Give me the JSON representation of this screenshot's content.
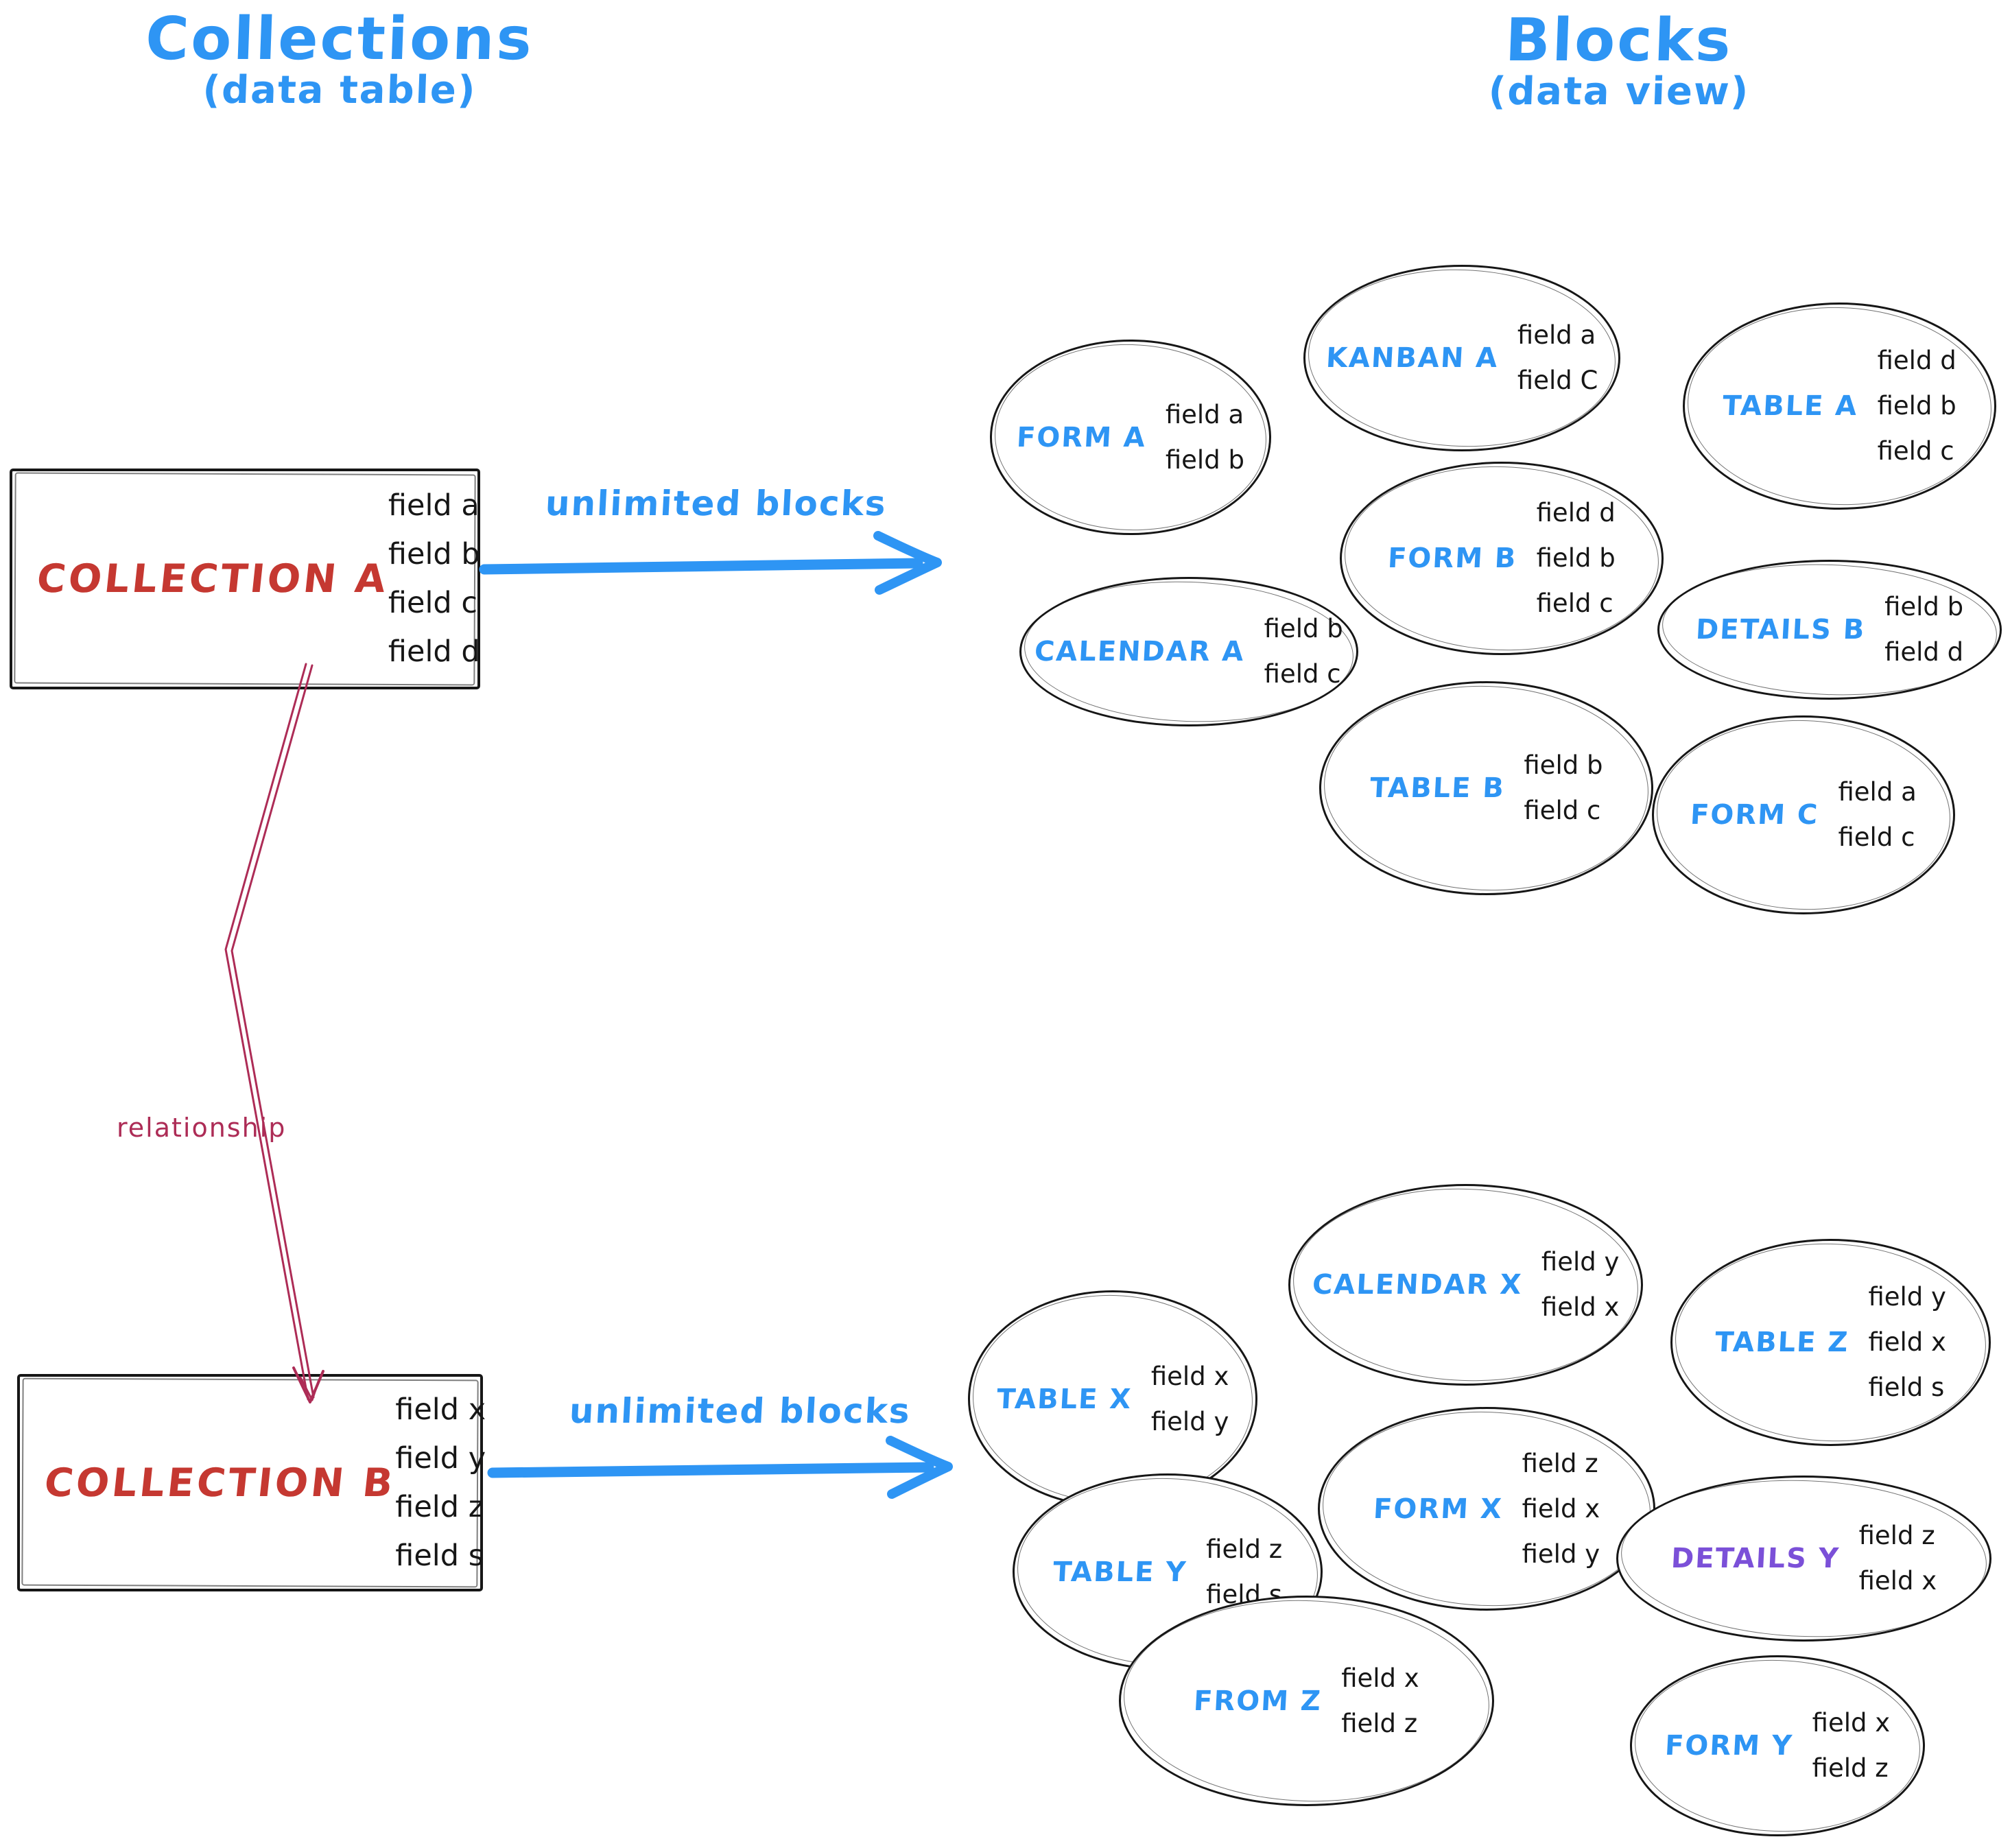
{
  "palette": {
    "accent_blue": "#2e95f4",
    "collection_red": "#c53831",
    "relationship_crimson": "#ad2c56",
    "details_y_purple": "#7b50d8",
    "ink_black": "#161616"
  },
  "left": {
    "title": "Collections",
    "subtitle": "(data table)",
    "collection_a": {
      "name": "COLLECTION A",
      "fields": [
        "field a",
        "field b",
        "field c",
        "field d"
      ]
    },
    "collection_b": {
      "name": "COLLECTION B",
      "fields": [
        "field x",
        "field y",
        "field z",
        "field s"
      ]
    },
    "relationship_label": "relationship"
  },
  "right": {
    "title": "Blocks",
    "subtitle": "(data view)",
    "arrow_top_label": "unlimited blocks",
    "arrow_bottom_label": "unlimited blocks",
    "blocks_top": [
      {
        "label": "FORM A",
        "fields": [
          "field a",
          "field b"
        ]
      },
      {
        "label": "KANBAN A",
        "fields": [
          "field a",
          "field C"
        ]
      },
      {
        "label": "TABLE A",
        "fields": [
          "field d",
          "field b",
          "field c"
        ]
      },
      {
        "label": "CALENDAR A",
        "fields": [
          "field b",
          "field c"
        ]
      },
      {
        "label": "FORM B",
        "fields": [
          "field d",
          "field b",
          "field c"
        ]
      },
      {
        "label": "DETAILS B",
        "fields": [
          "field b",
          "field d"
        ]
      },
      {
        "label": "TABLE B",
        "fields": [
          "field b",
          "field c"
        ]
      },
      {
        "label": "FORM C",
        "fields": [
          "field a",
          "field c"
        ]
      }
    ],
    "blocks_bottom": [
      {
        "label": "TABLE X",
        "fields": [
          "field x",
          "field y"
        ]
      },
      {
        "label": "CALENDAR X",
        "fields": [
          "field y",
          "field x"
        ]
      },
      {
        "label": "TABLE Z",
        "fields": [
          "field y",
          "field x",
          "field s"
        ]
      },
      {
        "label": "TABLE Y",
        "fields": [
          "field z",
          "field s"
        ]
      },
      {
        "label": "FORM X",
        "fields": [
          "field z",
          "field x",
          "field y"
        ]
      },
      {
        "label": "DETAILS Y",
        "fields": [
          "field z",
          "field x"
        ]
      },
      {
        "label": "FROM Z",
        "fields": [
          "field x",
          "field z"
        ]
      },
      {
        "label": "FORM Y",
        "fields": [
          "field x",
          "field z"
        ]
      }
    ]
  }
}
